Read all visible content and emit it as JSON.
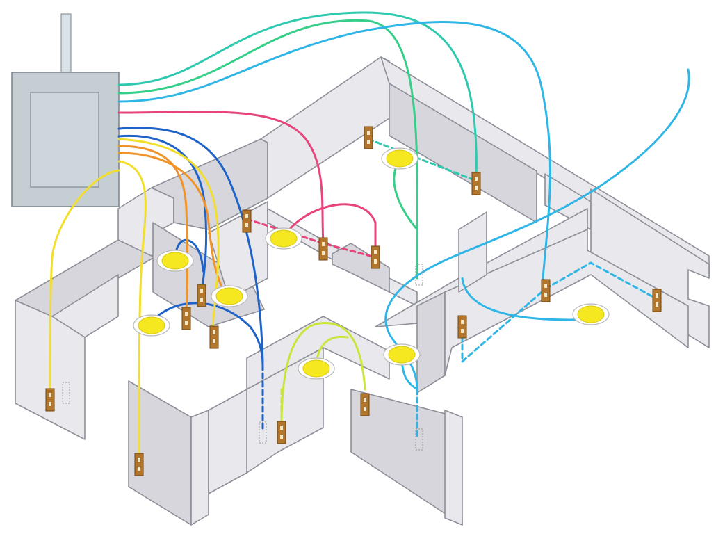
{
  "diagram": {
    "subject": "house-wiring-isometric",
    "components": {
      "distribution_panel": 1,
      "ceiling_lights": 8,
      "wall_sockets_and_switches": 20
    },
    "wire_colors": {
      "teal": "#2fc9b0",
      "green": "#35cf8a",
      "cyan": "#2fb6e6",
      "blue": "#1f63c8",
      "pink": "#e8447b",
      "orange": "#f0942a",
      "yellow": "#f2de2e",
      "lime": "#c9e53c"
    },
    "palette": {
      "wall_face": "#e9e9ed",
      "wall_side": "#d6d6dc",
      "wall_top": "#f8f8fa",
      "wall_edge": "#8d8f98",
      "panel_fill": "#c4ced3",
      "light_fill": "#f6e820",
      "socket_fill": "#b1752c"
    }
  }
}
